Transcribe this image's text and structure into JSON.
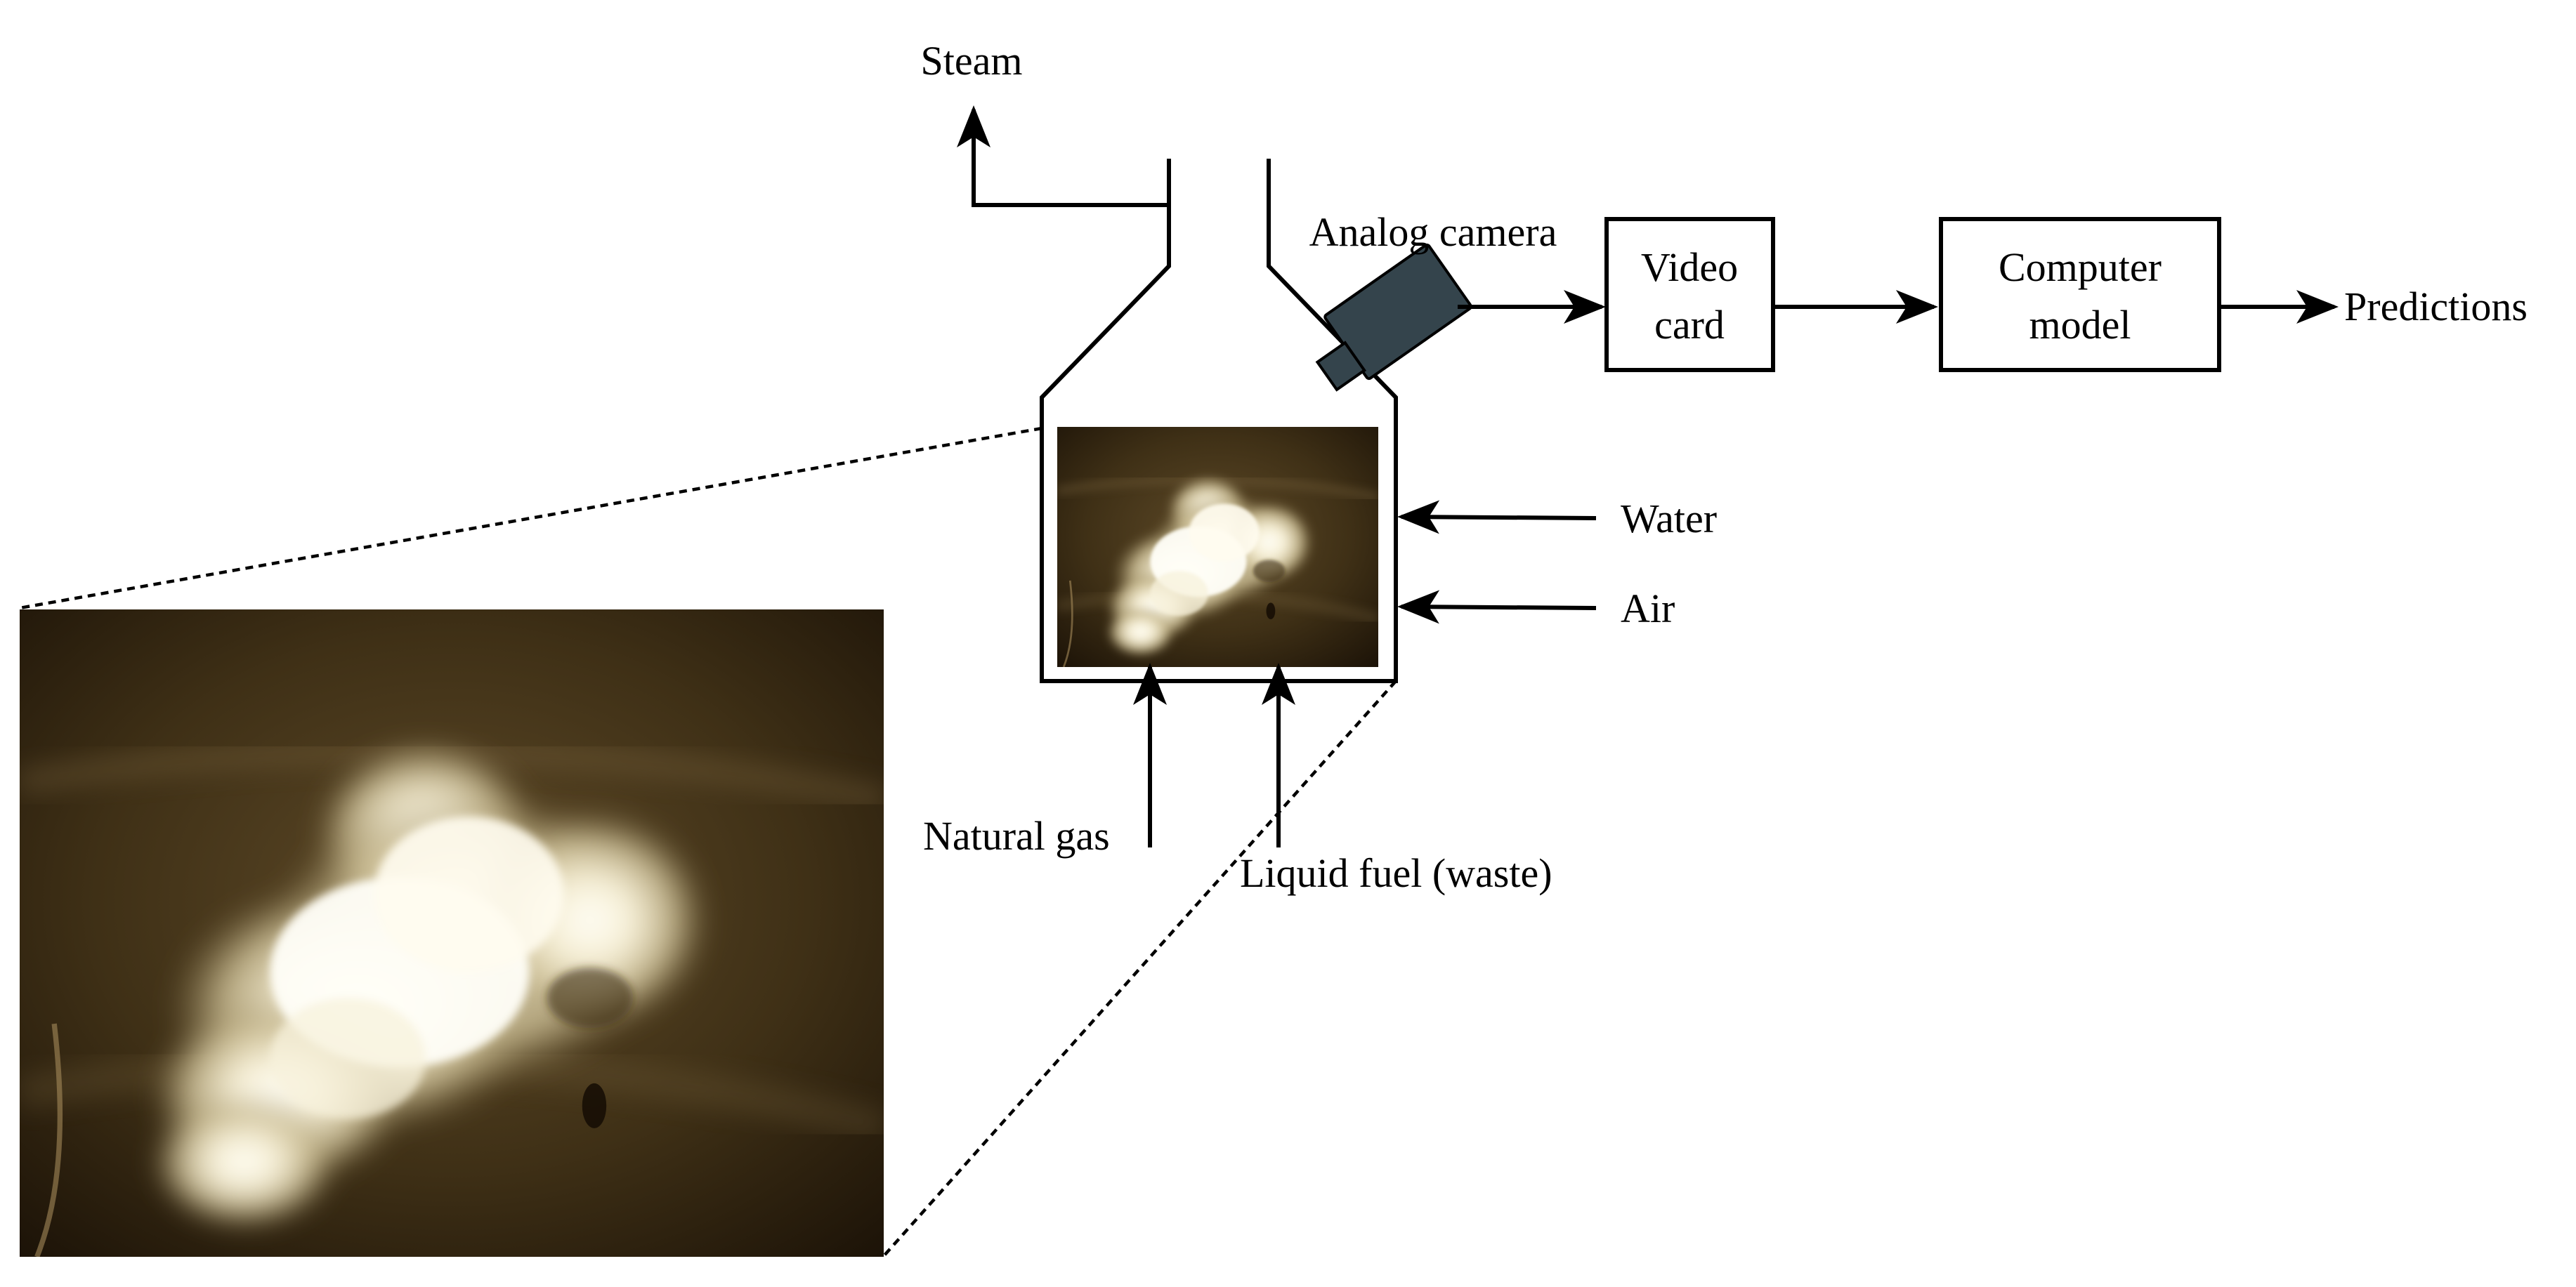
{
  "labels": {
    "steam": "Steam",
    "analog_camera": "Analog camera",
    "video_card_line1": "Video",
    "video_card_line2": "card",
    "computer_model_line1": "Computer",
    "computer_model_line2": "model",
    "predictions": "Predictions",
    "water": "Water",
    "air": "Air",
    "natural_gas": "Natural gas",
    "liquid_fuel": "Liquid fuel (waste)"
  },
  "colors": {
    "camera_body": "#34444c",
    "flame_bright": "#fffdf2",
    "furnace_dark": "#2a1d0d",
    "line": "#000000"
  },
  "icons": {
    "camera": "video-camera-icon"
  }
}
